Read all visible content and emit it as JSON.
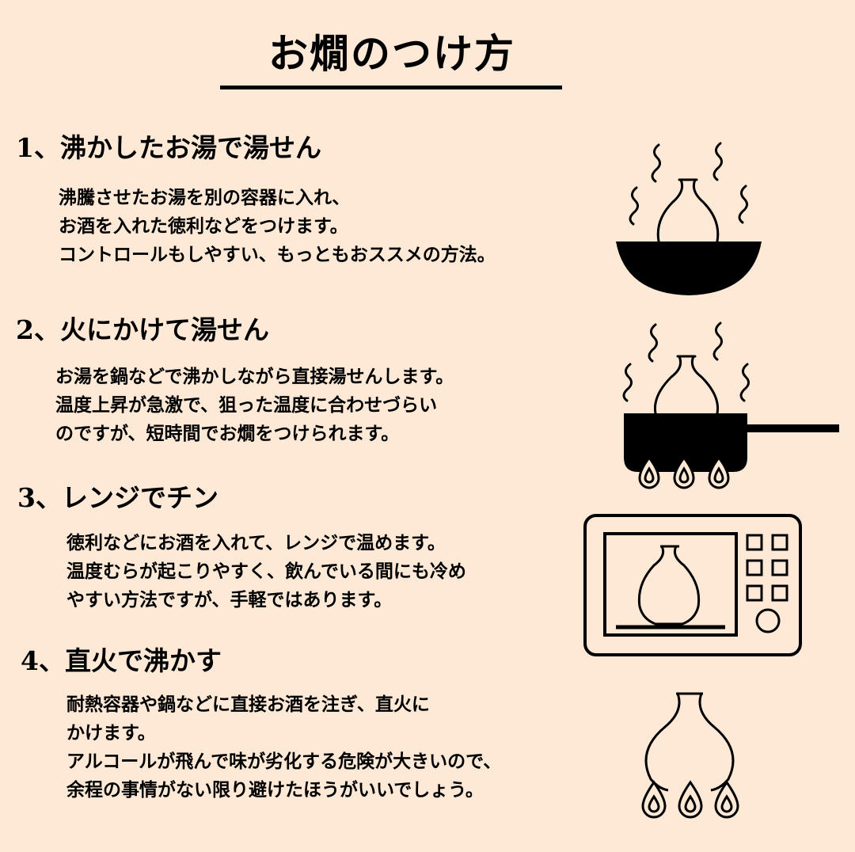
{
  "title": "お燗のつけ方",
  "sections": [
    {
      "heading": "1、沸かしたお湯で湯せん",
      "lines": [
        "沸騰させたお湯を別の容器に入れ、",
        "お酒を入れた徳利などをつけます。",
        "コントロールもしやすい、もっともおススメの方法。"
      ],
      "icon": "bowl-bath-icon"
    },
    {
      "heading": "2、火にかけて湯せん",
      "lines": [
        "お湯を鍋などで沸かしながら直接湯せんします。",
        "温度上昇が急激で、狙った温度に合わせづらい",
        "のですが、短時間でお燗をつけられます。"
      ],
      "icon": "pan-on-stove-icon"
    },
    {
      "heading": "3、レンジでチン",
      "lines": [
        "徳利などにお酒を入れて、レンジで温めます。",
        "温度むらが起こりやすく、飲んでいる間にも冷め",
        "やすい方法ですが、手軽ではあります。"
      ],
      "icon": "microwave-icon"
    },
    {
      "heading": "4、直火で沸かす",
      "lines": [
        "耐熱容器や鍋などに直接お酒を注ぎ、直火に",
        "かけます。",
        "アルコールが飛んで味が劣化する危険が大きいので、",
        "余程の事情がない限り避けたほうがいいでしょう。"
      ],
      "icon": "direct-flame-icon"
    }
  ]
}
